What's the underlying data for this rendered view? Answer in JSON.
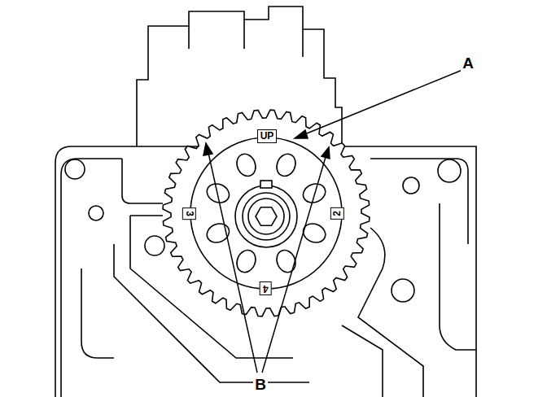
{
  "diagram": {
    "nodes": [
      {
        "text": [
          "UP"
        ]
      },
      {
        "text": [
          "3"
        ]
      },
      {
        "text": [
          "2"
        ]
      },
      {
        "text": [
          "4"
        ]
      }
    ],
    "labels": [
      "A",
      "B"
    ]
  }
}
